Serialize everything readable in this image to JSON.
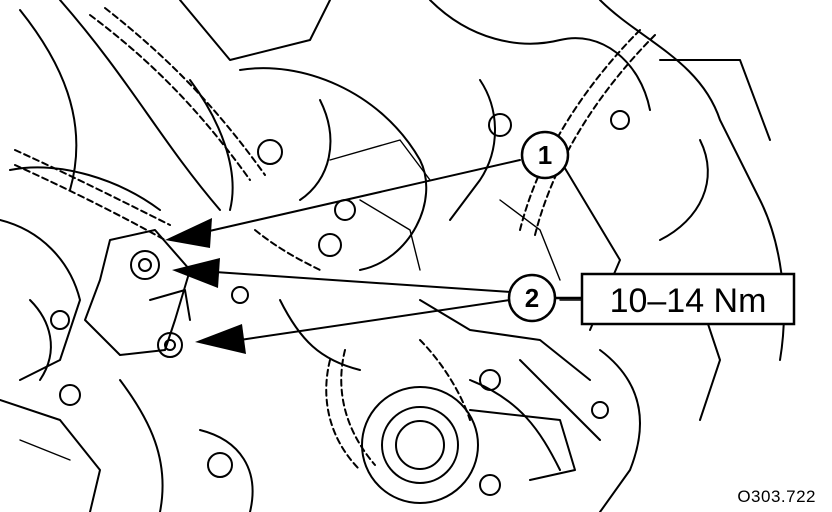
{
  "callouts": [
    {
      "number": "1"
    },
    {
      "number": "2",
      "torque": "10–14 Nm"
    }
  ],
  "figure_id": "O303.722"
}
